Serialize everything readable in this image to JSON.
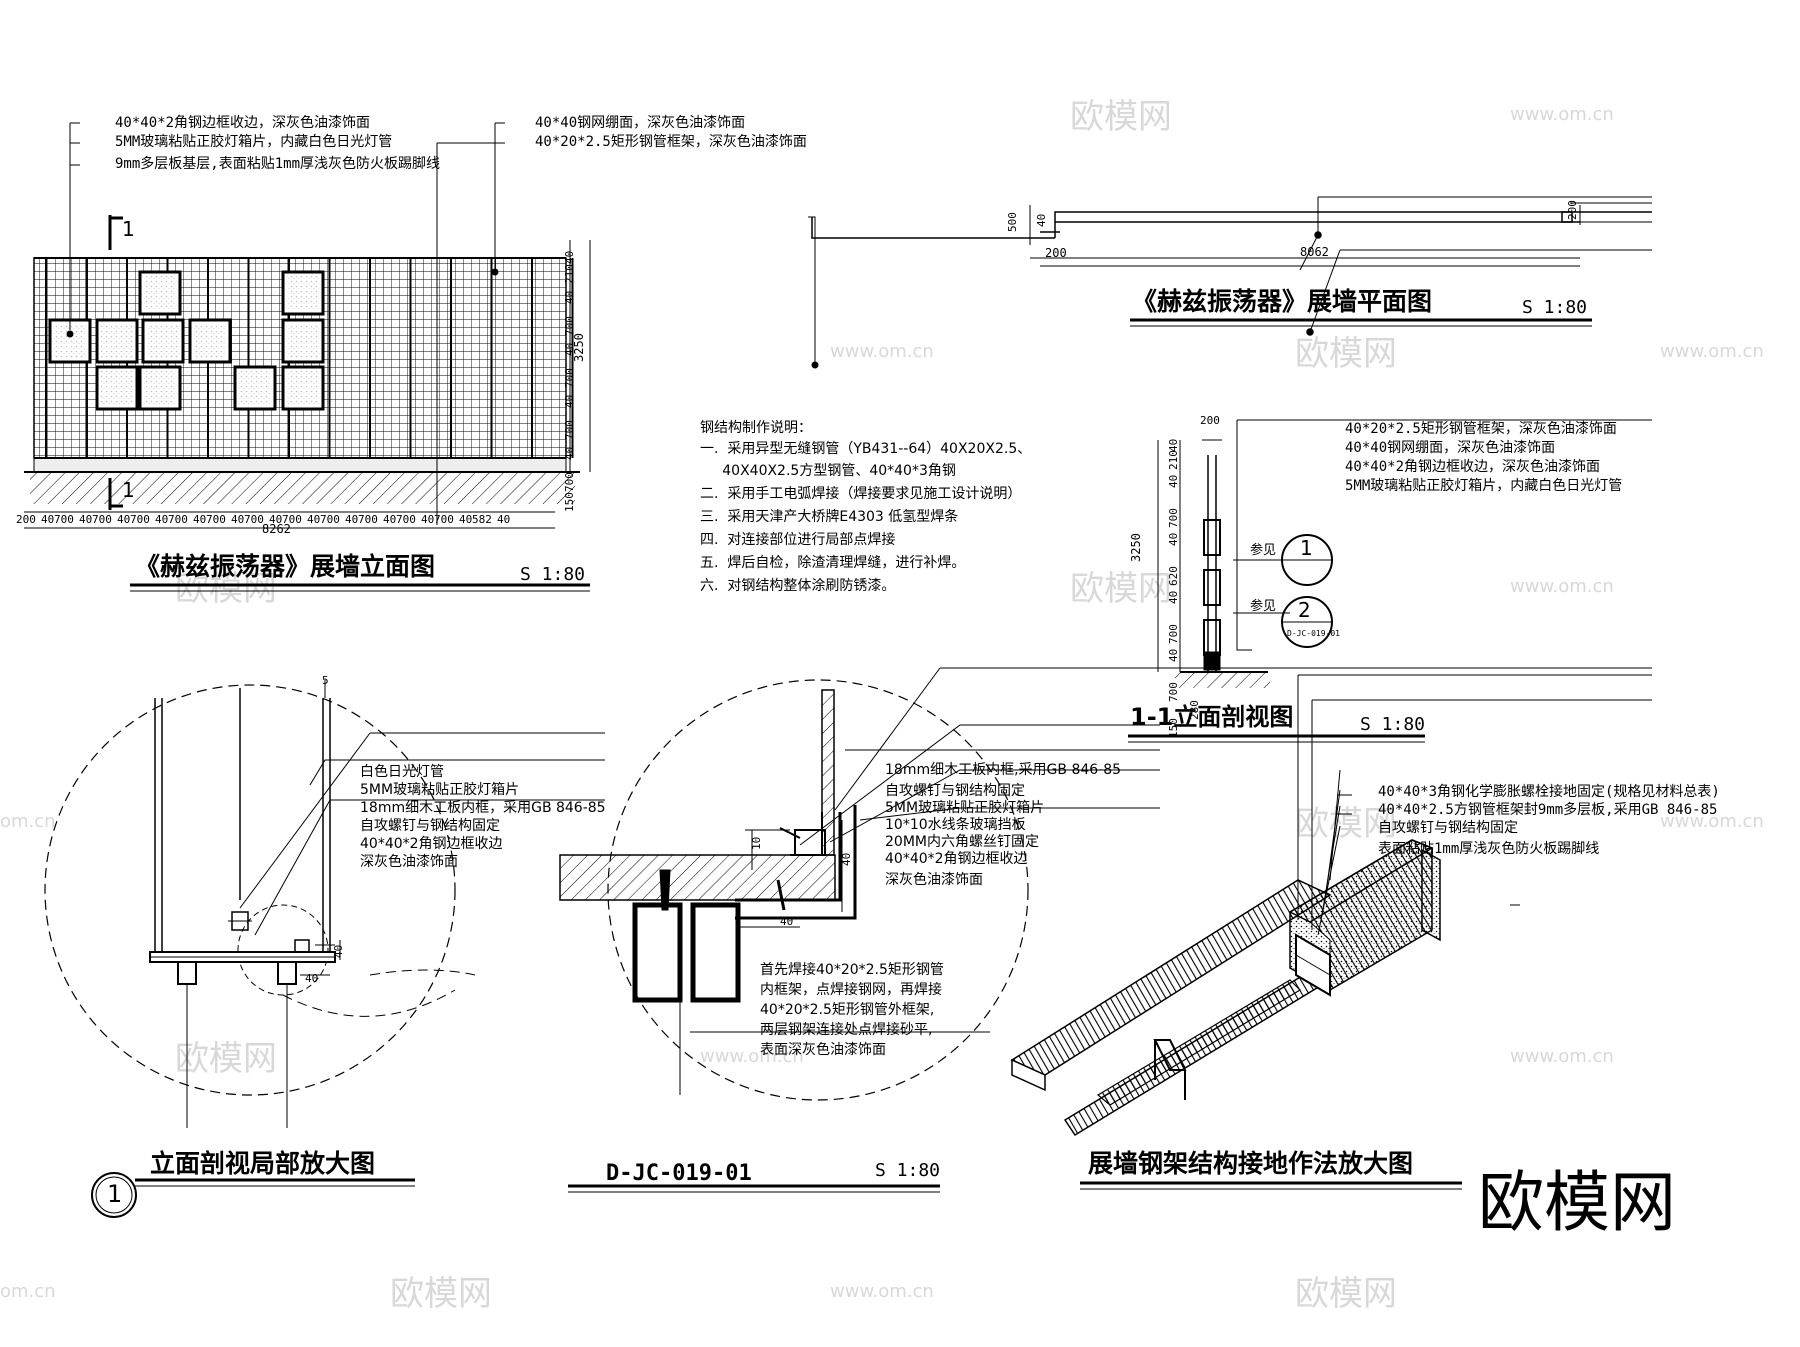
{
  "elevation": {
    "notes": [
      "40*40*2角钢边框收边，深灰色油漆饰面",
      "5MM玻璃粘贴正胶灯箱片，内藏白色日光灯管",
      "9mm多层板基层,表面粘贴1mm厚浅灰色防火板踢脚线"
    ],
    "notes_right": [
      "40*40钢网绷面，深灰色油漆饰面",
      "40*20*2.5矩形钢管框架，深灰色油漆饰面"
    ],
    "section_mark": "1",
    "dims_h": [
      "200",
      "40",
      "700",
      "40",
      "700",
      "40",
      "700",
      "40",
      "700",
      "40",
      "700",
      "40",
      "700",
      "40",
      "700",
      "40",
      "700",
      "40",
      "700",
      "40",
      "700",
      "40",
      "700",
      "40",
      "582",
      "40"
    ],
    "total": "8262",
    "dims_v": [
      "40",
      "210",
      "40",
      "700",
      "40",
      "700",
      "40",
      "700",
      "40",
      "700",
      "150"
    ],
    "height": "3250",
    "title": "《赫兹振荡器》展墙立面图",
    "scale": "S 1:80"
  },
  "plan": {
    "dims": [
      "500",
      "40",
      "200",
      "8062",
      "200"
    ],
    "title": "《赫兹振荡器》展墙平面图",
    "scale": "S 1:80"
  },
  "steel_notes": {
    "heading": "钢结构制作说明：",
    "lines": [
      "一.  采用异型无缝钢管（YB431--64）40X20X2.5、",
      "     40X40X2.5方型钢管、40*40*3角钢",
      "二.  采用手工电弧焊接（焊接要求见施工设计说明）",
      "三.  采用天津产大桥牌E4303 低氢型焊条",
      "四.  对连接部位进行局部点焊接",
      "五.  焊后自检，除渣清理焊缝，进行补焊。",
      "六.  对钢结构整体涂刷防锈漆。"
    ]
  },
  "section": {
    "notes": [
      "40*20*2.5矩形钢管框架，深灰色油漆饰面",
      "40*40钢网绷面，深灰色油漆饰面",
      "40*40*2角钢边框收边，深灰色油漆饰面",
      "5MM玻璃粘贴正胶灯箱片，内藏白色日光灯管"
    ],
    "dims": [
      "200",
      "40",
      "210",
      "40",
      "700",
      "40",
      "620",
      "40",
      "700",
      "40",
      "700",
      "280",
      "150"
    ],
    "height": "3250",
    "ref_label_1": "参见",
    "ref_label_2": "参见",
    "ref_1": "1",
    "ref_2": "2",
    "ref_2_sub": "D-JC-019-01",
    "title": "1-1立面剖视图",
    "scale": "S 1:80"
  },
  "detail": {
    "left_notes": [
      "白色日光灯管",
      "5MM玻璃粘贴正胶灯箱片",
      "18mm细木工板内框，采用GB 846-85",
      "自攻螺钉与钢结构固定",
      "40*40*2角钢边框收边",
      "深灰色油漆饰面"
    ],
    "right_notes": [
      "18mm细木工板内框,采用GB 846-85",
      "自攻螺钉与钢结构固定",
      "5MM玻璃粘贴正胶灯箱片",
      "10*10水线条玻璃挡板",
      "20MM内六角螺丝钉固定",
      "40*40*2角钢边框收边",
      "深灰色油漆饰面"
    ],
    "bottom_notes": [
      "首先焊接40*20*2.5矩形钢管",
      "内框架，点焊接钢网，再焊接",
      "40*20*2.5矩形钢管外框架,",
      "两层钢架连接处点焊接砂平,",
      "表面深灰色油漆饰面"
    ],
    "dims": [
      "5",
      "40",
      "40",
      "10",
      "40",
      "40"
    ],
    "title": "立面剖视局部放大图",
    "num": "1",
    "code": "D-JC-019-01",
    "scale": "S 1:80"
  },
  "iso": {
    "notes": [
      "40*40*3角钢化学膨胀螺栓接地固定(规格见材料总表)",
      "40*40*2.5方钢管框架封9mm多层板,采用GB 846-85",
      "自攻螺钉与钢结构固定",
      "表面粘贴1mm厚浅灰色防火板踢脚线"
    ],
    "title": "展墙钢架结构接地作法放大图"
  },
  "watermark": {
    "brand": "欧模网",
    "url": "www.om.cn",
    "url_short": "om.cn"
  }
}
